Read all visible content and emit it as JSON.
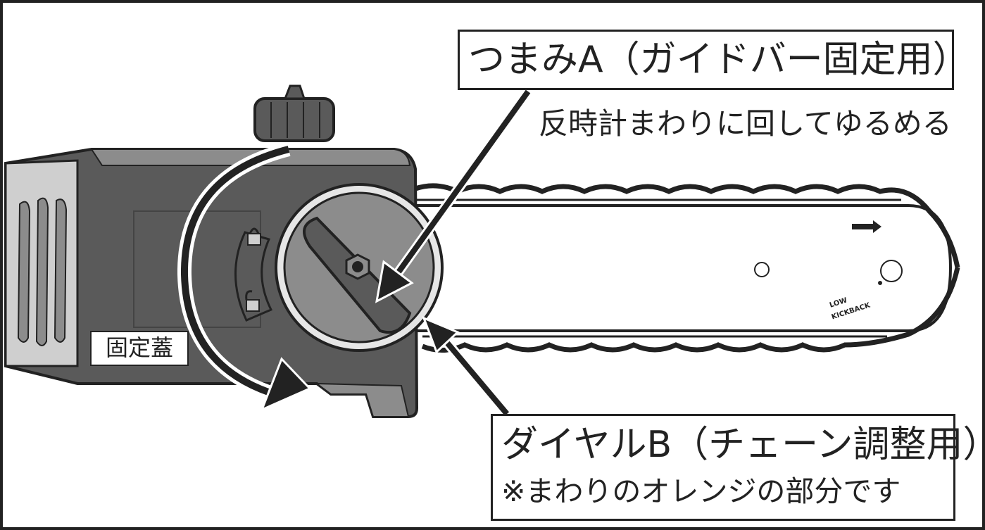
{
  "labels": {
    "knob_a": "つまみA（ガイドバー固定用）",
    "knob_a_note": "反時計まわりに回してゆるめる",
    "dial_b": "ダイヤルB（チェーン調整用）",
    "dial_b_note": "※まわりのオレンジの部分です",
    "cover": "固定蓋"
  },
  "bar_marking": [
    "LOW",
    "KICKBACK"
  ],
  "icons": [
    "lock-closed-icon",
    "lock-open-icon"
  ],
  "colors": {
    "line": "#222222",
    "body_dark": "#5a5a5a",
    "body_mid": "#8c8c8c",
    "body_light": "#cfcfcf",
    "background": "#ffffff"
  }
}
